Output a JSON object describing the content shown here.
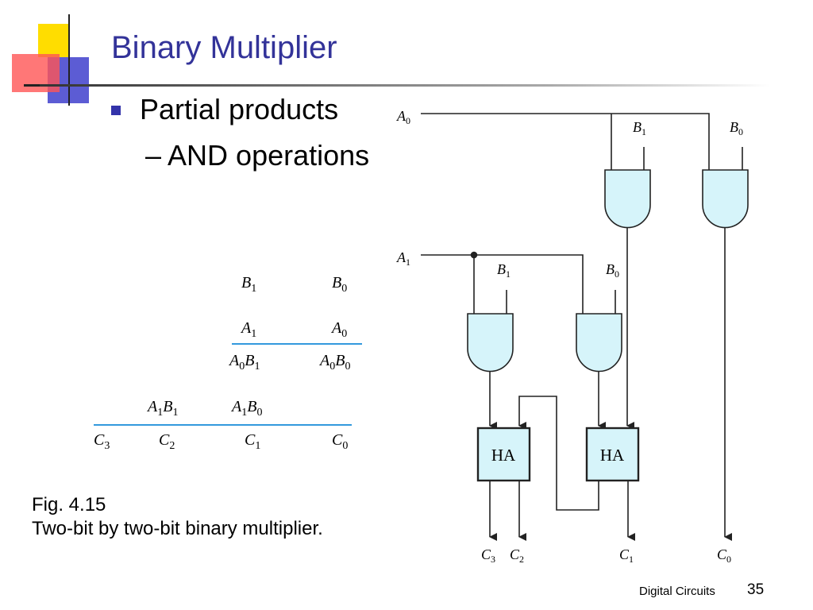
{
  "slide": {
    "title": "Binary Multiplier",
    "bullet": "Partial products",
    "sub_bullet": "– AND operations",
    "caption_line1": "Fig. 4.15",
    "caption_line2": "Two-bit by two-bit binary multiplier.",
    "footer": "Digital Circuits",
    "page_number": "35"
  },
  "multiplication": {
    "row1": [
      {
        "v": "B",
        "s": "1"
      },
      {
        "v": "B",
        "s": "0"
      }
    ],
    "row2": [
      {
        "v": "A",
        "s": "1"
      },
      {
        "v": "A",
        "s": "0"
      }
    ],
    "row3": [
      {
        "v1": "A",
        "s1": "0",
        "v2": "B",
        "s2": "1"
      },
      {
        "v1": "A",
        "s1": "0",
        "v2": "B",
        "s2": "0"
      }
    ],
    "row4": [
      {
        "v1": "A",
        "s1": "1",
        "v2": "B",
        "s2": "1"
      },
      {
        "v1": "A",
        "s1": "1",
        "v2": "B",
        "s2": "0"
      }
    ],
    "row5": [
      {
        "v": "C",
        "s": "3"
      },
      {
        "v": "C",
        "s": "2"
      },
      {
        "v": "C",
        "s": "1"
      },
      {
        "v": "C",
        "s": "0"
      }
    ]
  },
  "circuit": {
    "input_a0": {
      "v": "A",
      "s": "0"
    },
    "input_a1": {
      "v": "A",
      "s": "1"
    },
    "input_b1_top": {
      "v": "B",
      "s": "1"
    },
    "input_b0_top": {
      "v": "B",
      "s": "0"
    },
    "input_b1_mid": {
      "v": "B",
      "s": "1"
    },
    "input_b0_mid": {
      "v": "B",
      "s": "0"
    },
    "half_adder_label": "HA",
    "outputs": [
      {
        "v": "C",
        "s": "3"
      },
      {
        "v": "C",
        "s": "2"
      },
      {
        "v": "C",
        "s": "1"
      },
      {
        "v": "C",
        "s": "0"
      }
    ]
  },
  "colors": {
    "title": "#333399",
    "gate_fill": "#d6f4fa",
    "rule_line": "#3399dd",
    "deco_yellow": "#ffdd00",
    "deco_red": "#ff4444",
    "deco_blue": "#3333cc"
  }
}
